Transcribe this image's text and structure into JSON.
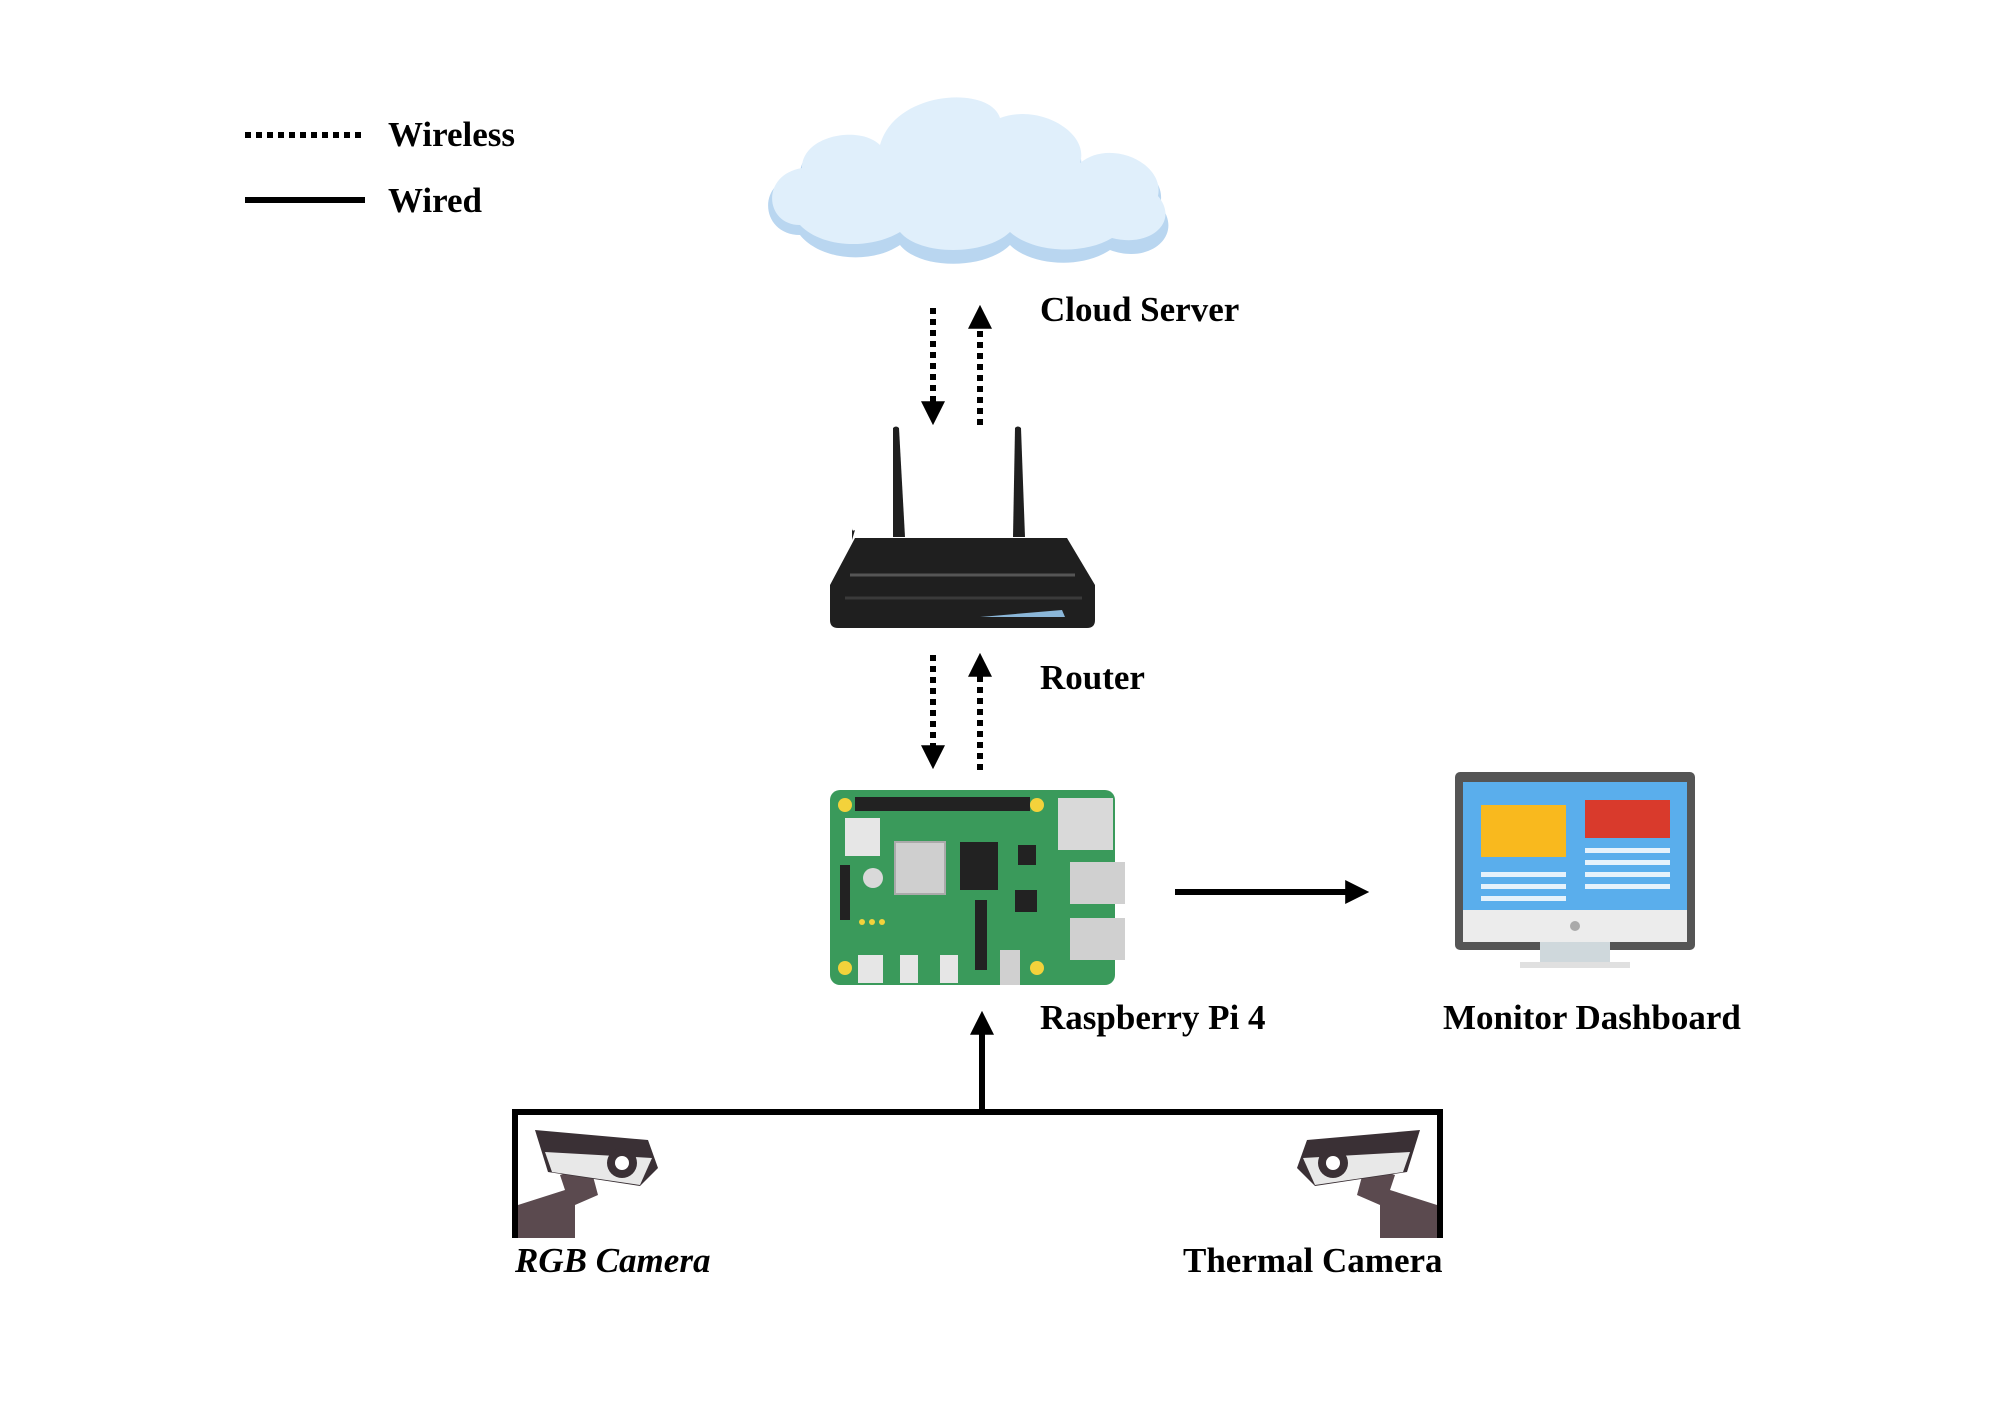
{
  "legend": {
    "wireless_label": "Wireless",
    "wired_label": "Wired"
  },
  "nodes": {
    "cloud": {
      "label": "Cloud Server",
      "icon": "cloud-icon"
    },
    "router": {
      "label": "Router",
      "icon": "router-icon"
    },
    "raspberry_pi": {
      "label": "Raspberry Pi 4",
      "icon": "raspberry-pi-board-icon"
    },
    "monitor": {
      "label": "Monitor Dashboard",
      "icon": "monitor-icon"
    },
    "rgb_camera": {
      "label": "RGB Camera",
      "icon": "security-camera-icon"
    },
    "thermal_camera": {
      "label": "Thermal Camera",
      "icon": "security-camera-icon"
    }
  },
  "connections": [
    {
      "from": "cloud",
      "to": "router",
      "type": "wireless"
    },
    {
      "from": "router",
      "to": "cloud",
      "type": "wireless"
    },
    {
      "from": "router",
      "to": "raspberry_pi",
      "type": "wireless"
    },
    {
      "from": "raspberry_pi",
      "to": "router",
      "type": "wireless"
    },
    {
      "from": "raspberry_pi",
      "to": "monitor",
      "type": "wired"
    },
    {
      "from": "rgb_camera",
      "to": "raspberry_pi",
      "type": "wired"
    },
    {
      "from": "thermal_camera",
      "to": "raspberry_pi",
      "type": "wired"
    }
  ],
  "colors": {
    "cloud_fill": "#e0effb",
    "cloud_shade": "#b9d6f0",
    "board_green": "#3a9a5b",
    "screen_blue": "#5aaeec",
    "panel_yellow": "#f9b91e",
    "panel_red": "#d93a2c",
    "router_body": "#1f1f1f"
  }
}
